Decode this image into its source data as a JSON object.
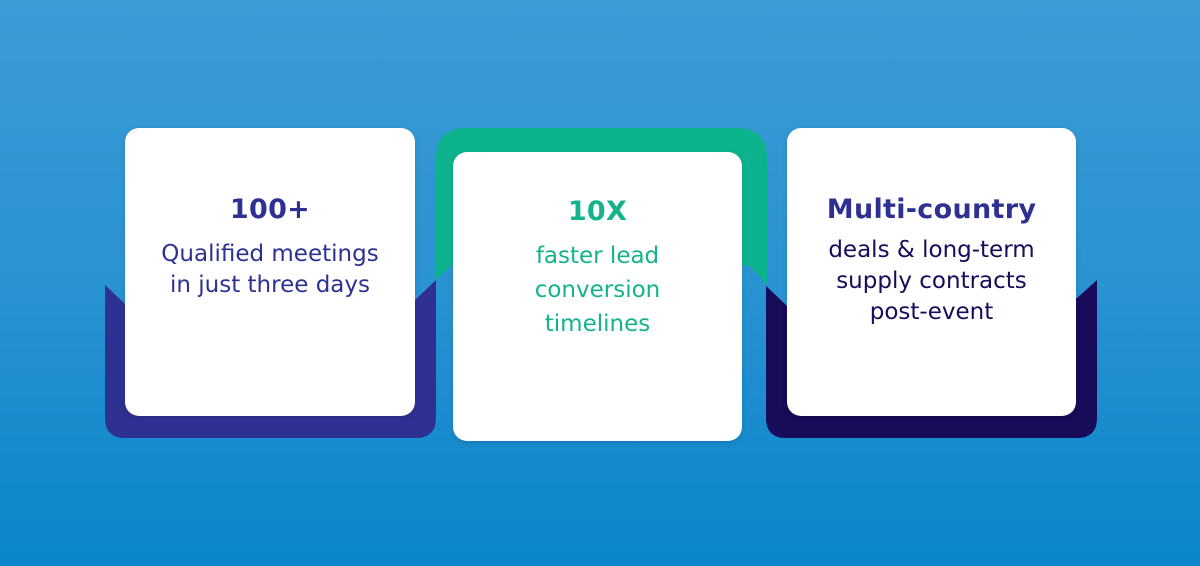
{
  "cards": [
    {
      "stat": "100+",
      "lines": [
        "Qualified meetings",
        "in just three days"
      ]
    },
    {
      "stat": "10X",
      "lines": [
        "faster lead",
        "conversion",
        "timelines"
      ]
    },
    {
      "stat": "Multi-country",
      "lines": [
        "deals & long-term",
        "supply contracts",
        "post-event"
      ]
    }
  ],
  "colors": {
    "navy": "#2e3192",
    "green": "#0db38d",
    "dark_navy": "#170b5a",
    "background": "#2a93d2"
  }
}
